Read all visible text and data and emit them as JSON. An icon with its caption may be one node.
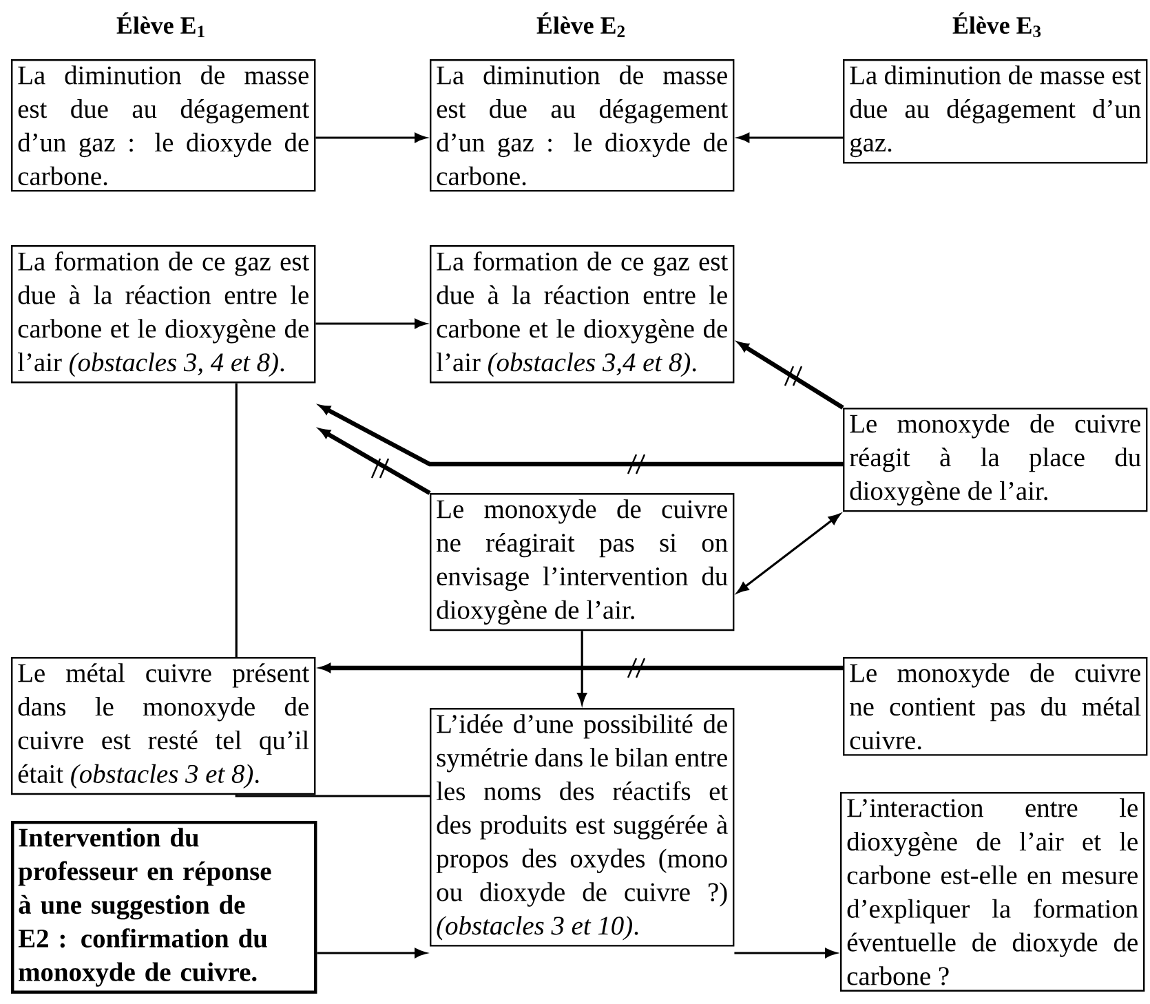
{
  "diagram": {
    "nodes": [
      {
        "text": [
          "La diminution de masse est due au dégagement d’un gaz : le dioxyde de carbone."
        ]
      },
      {
        "text": [
          "La diminution de masse est due au dégagement d’un gaz : le dioxyde de carbone."
        ]
      },
      {
        "text": [
          "La diminution de masse est due au dégagement d’un gaz."
        ]
      },
      {
        "text": [
          "La formation de ce gaz est due à la réaction entre le carbone et le dioxygène de l’air *(obstacles 3, 4 et 8)*."
        ]
      },
      {
        "text": [
          "La formation de ce gaz est due à la réaction entre le carbone et le dioxygène de l’air *(obstacles 3,4 et 8)*."
        ]
      },
      {
        "text": [
          "Le monoxyde de cuivre réagit à la place du dioxygène de l’air."
        ]
      },
      {
        "text": [
          "Le monoxyde de cuivre ne réagirait pas si on envisage l’intervention du dioxygène de l’air."
        ]
      },
      {
        "text": [
          "Le métal cuivre présent dans le monoxyde de cuivre est resté tel qu’il était *(obstacles 3 et 8)*."
        ]
      },
      {
        "text": [
          "Le monoxyde de cuivre ne contient pas du métal cuivre."
        ]
      },
      {
        "text": [
          "L’idée d’une possibilité de symétrie dans le bilan entre les noms des réactifs et des produits est suggérée à propos des oxydes (mono ou dioxyde de cuivre ?) *(obstacles 3 et 10)*."
        ]
      },
      {
        "text": [
          "Intervention du professeur en réponse à une suggestion de E2 : confirmation du monoxyde de cuivre."
        ]
      },
      {
        "text": [
          "L’interaction entre le dioxygène de l’air et le carbone est-elle en mesure d’expliquer la formation éventuelle de dioxyde de carbone ?"
        ]
      }
    ],
    "edges": [
      {
        "from": 0,
        "to": 1,
        "arrow": "to"
      },
      {
        "from": 2,
        "to": 1,
        "arrow": "to"
      },
      {
        "from": 3,
        "to": 4,
        "arrow": "to"
      },
      {
        "from": 5,
        "to": 4,
        "arrow": "to",
        "style": "thick"
      },
      {
        "from": 5,
        "to": 3,
        "arrow": "to",
        "style": "thick"
      },
      {
        "from": 6,
        "to": 3,
        "arrow": "to",
        "style": "thick"
      },
      {
        "from": 6,
        "to": 5,
        "arrow": "both"
      },
      {
        "from": 3,
        "to": 7,
        "arrow": "none"
      },
      {
        "from": 8,
        "to": 7,
        "arrow": "to",
        "style": "thick"
      },
      {
        "from": 6,
        "to": 9,
        "arrow": "to"
      },
      {
        "from": 7,
        "to": 9,
        "arrow": "none"
      },
      {
        "from": 10,
        "to": 9,
        "arrow": "to"
      },
      {
        "from": 9,
        "to": 11,
        "arrow": "to"
      }
    ],
    "labels": [
      "Élève E$_{1}$",
      "Élève E$_{2}$",
      "Élève E$_{3}$"
    ]
  }
}
